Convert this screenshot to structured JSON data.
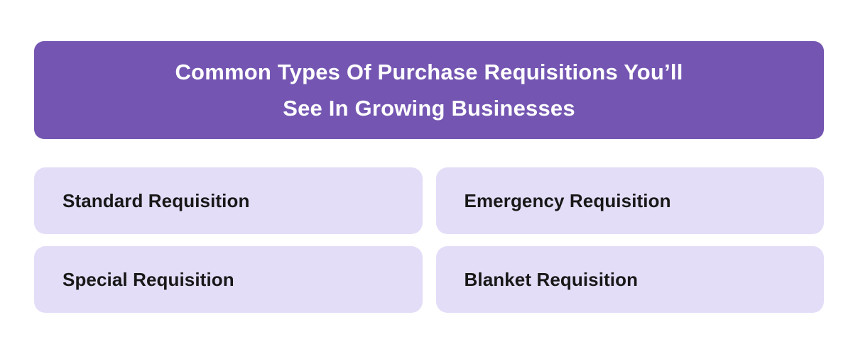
{
  "header": {
    "title_line1": "Common Types Of Purchase Requisitions You’ll",
    "title_line2": "See In Growing Businesses"
  },
  "cards": [
    {
      "label": "Standard Requisition"
    },
    {
      "label": "Emergency Requisition"
    },
    {
      "label": "Special Requisition"
    },
    {
      "label": "Blanket Requisition"
    }
  ],
  "colors": {
    "header_bg": "#7456B2",
    "card_bg": "#E3DDF8",
    "title_text": "#FFFFFF",
    "card_text": "#181818",
    "page_bg": "#FFFFFF"
  }
}
